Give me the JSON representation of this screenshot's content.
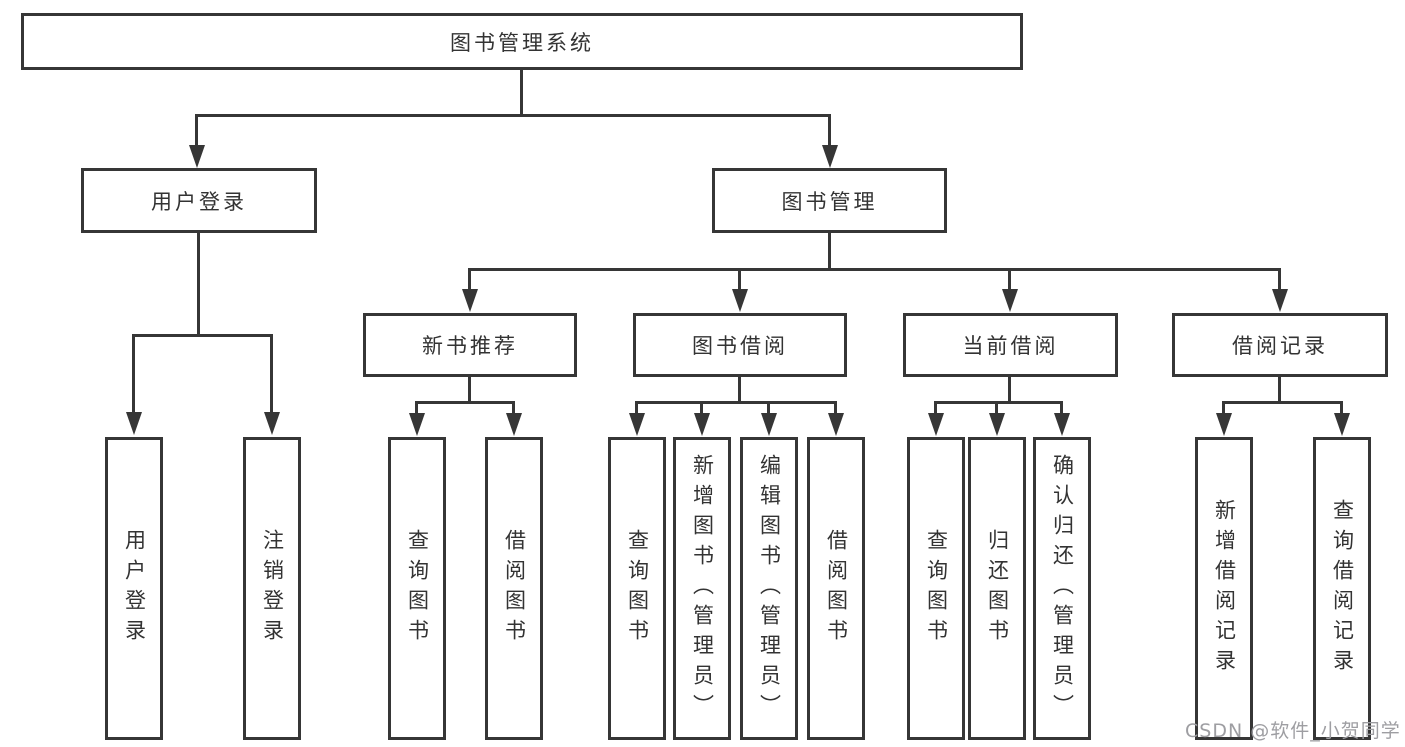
{
  "diagram": {
    "root": {
      "label": "图书管理系统"
    },
    "branches": [
      {
        "label": "用户登录",
        "children": [
          {
            "label": "用户登录"
          },
          {
            "label": "注销登录"
          }
        ]
      },
      {
        "label": "图书管理",
        "children": [
          {
            "label": "新书推荐",
            "children": [
              {
                "label": "查询图书"
              },
              {
                "label": "借阅图书"
              }
            ]
          },
          {
            "label": "图书借阅",
            "children": [
              {
                "label": "查询图书"
              },
              {
                "label": "新增图书（管理员）"
              },
              {
                "label": "编辑图书（管理员）"
              },
              {
                "label": "借阅图书"
              }
            ]
          },
          {
            "label": "当前借阅",
            "children": [
              {
                "label": "查询图书"
              },
              {
                "label": "归还图书"
              },
              {
                "label": "确认归还（管理员）"
              }
            ]
          },
          {
            "label": "借阅记录",
            "children": [
              {
                "label": "新增借阅记录"
              },
              {
                "label": "查询借阅记录"
              }
            ]
          }
        ]
      }
    ]
  },
  "watermark": {
    "text": "CSDN @软件_小贺同学"
  },
  "colors": {
    "line": "#363636",
    "box_border": "#363636",
    "box_fill": "#ffffff",
    "text": "#333333",
    "watermark": "#9e9ea2",
    "background": "#ffffff"
  }
}
